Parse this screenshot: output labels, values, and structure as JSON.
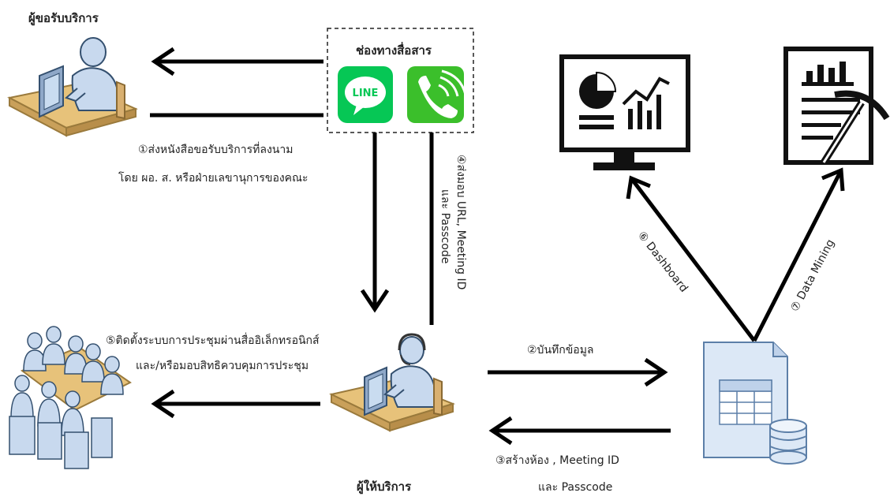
{
  "actors": {
    "requester": "ผู้ขอรับบริการ",
    "provider": "ผู้ให้บริการ"
  },
  "channels": {
    "title": "ช่องทางสื่อสาร",
    "line_label": "LINE"
  },
  "steps": {
    "s1_line1": "①ส่งหนังสือขอรับบริการที่ลงนาม",
    "s1_line2": "โดย ผอ. ส. หรือฝ่ายเลขานุการของคณะ",
    "s2": "②บันทึกข้อมูล",
    "s3_line1": "③สร้างห้อง , Meeting ID",
    "s3_line2": "และ Passcode",
    "s4_line1": "④ส่งมอบ URL, Meeting ID",
    "s4_line2": "และ Passcode",
    "s5_line1": "⑤ติดตั้งระบบการประชุมผ่านสื่ออิเล็กทรอนิกส์",
    "s5_line2": "และ/หรือมอบสิทธิควบคุมการประชุม",
    "s6": "⑥ Dashboard",
    "s7": "⑦ Data Mining"
  },
  "colors": {
    "line_green": "#06C755",
    "phone_green": "#3BBF2B",
    "person_blue": "#C8D9EE",
    "desk_wood": "#E7C27A",
    "db_blue": "#DCE8F6"
  },
  "icons": [
    "person-at-computer-icon",
    "meeting-group-icon",
    "line-app-icon",
    "phone-icon",
    "dashboard-monitor-icon",
    "data-mining-report-icon",
    "database-table-icon"
  ]
}
